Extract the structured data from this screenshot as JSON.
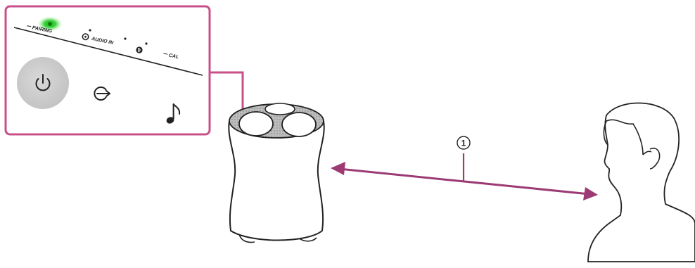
{
  "panel": {
    "labels": {
      "pairing": "PAIRING",
      "audio_in": "AUDIO IN",
      "cal": "CAL"
    },
    "buttons": [
      {
        "name": "power",
        "icon": "power-icon",
        "pressed": true
      },
      {
        "name": "input",
        "icon": "input-icon"
      },
      {
        "name": "music",
        "icon": "music-note-icon"
      }
    ],
    "pairing_led_color": "#3dd13d"
  },
  "callout": {
    "number": "1"
  },
  "colors": {
    "accent": "#c8508a",
    "arrow": "#9b3a73",
    "outline": "#222222"
  }
}
